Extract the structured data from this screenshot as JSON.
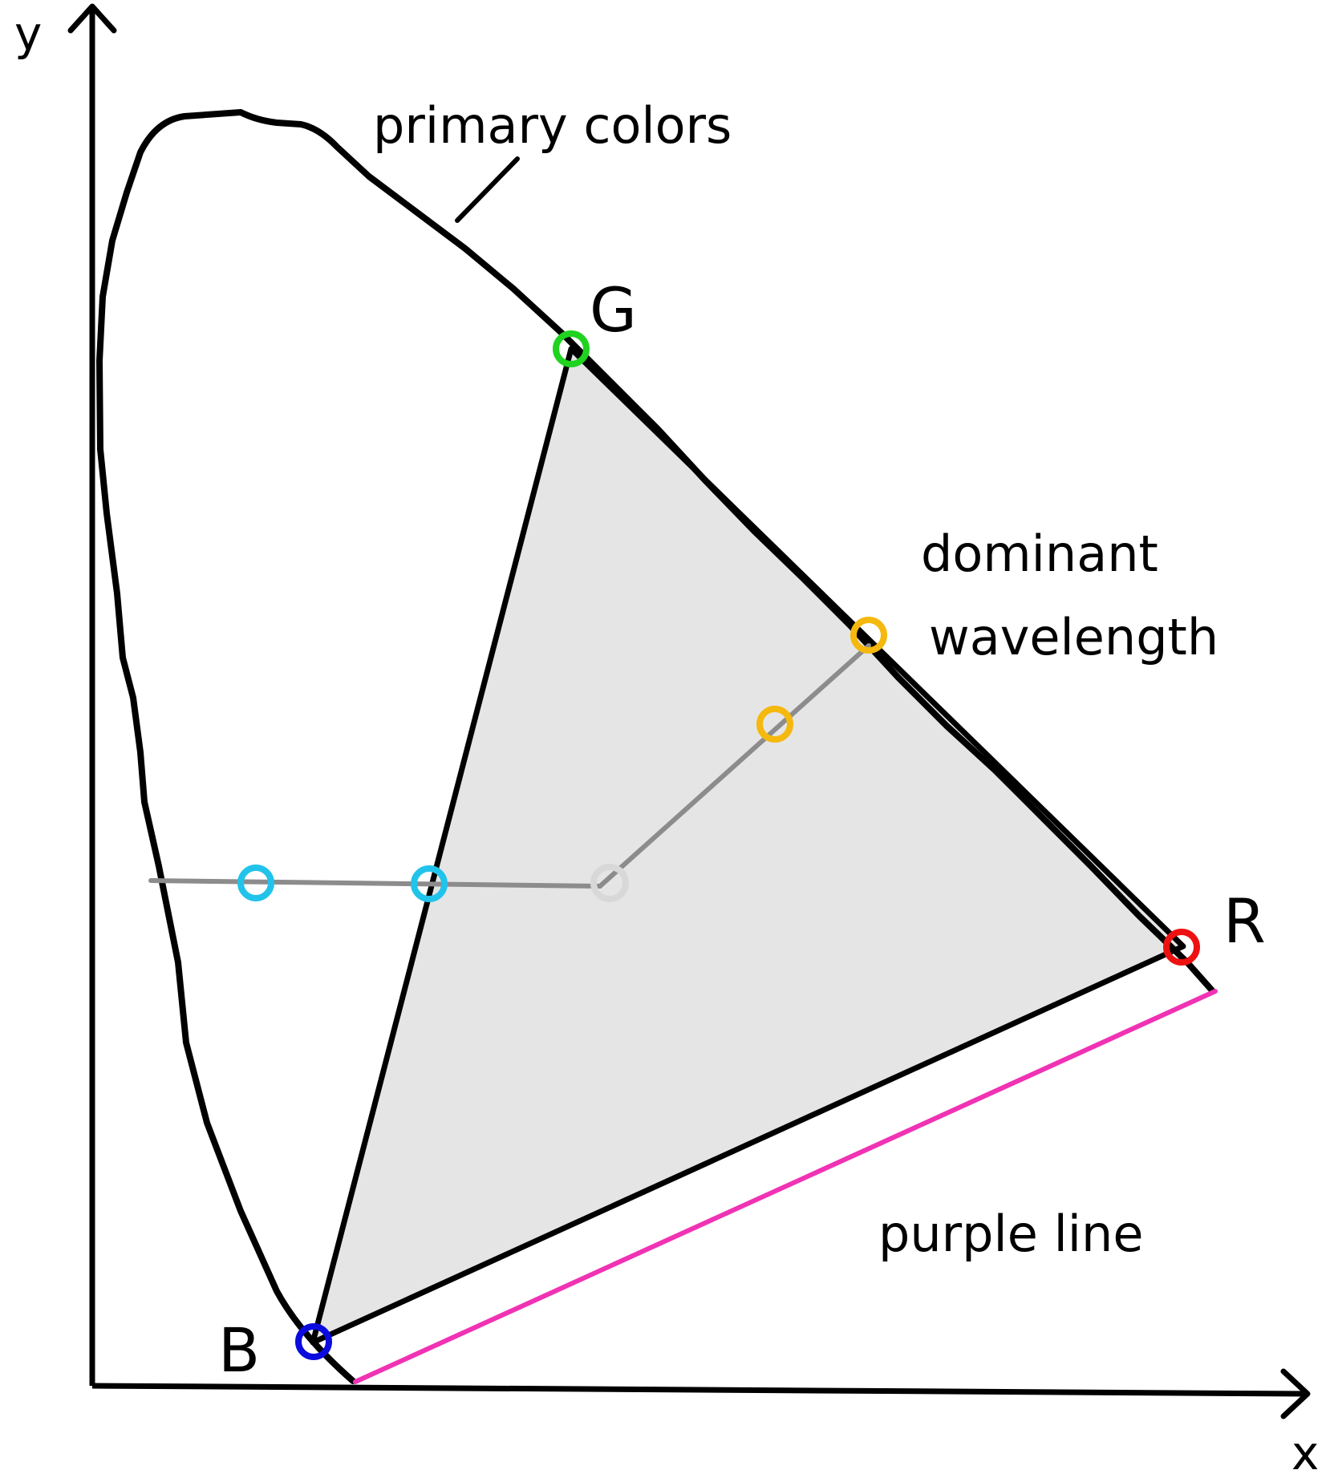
{
  "diagram": {
    "axes": {
      "x_label": "x",
      "y_label": "y"
    },
    "labels": {
      "primary_colors": "primary colors",
      "dominant_line1": "dominant",
      "dominant_line2": "wavelength",
      "purple_line": "purple line",
      "green": "G",
      "red": "R",
      "blue": "B"
    },
    "colors": {
      "outline": "#000000",
      "gamut_fill": "#e5e5e5",
      "purple_line": "#f032b4",
      "construction_line": "#8c8c8c",
      "green_marker": "#1fd31f",
      "red_marker": "#ee1111",
      "blue_marker": "#0b0bdd",
      "cyan_marker": "#22c3ea",
      "orange_marker": "#f5b80c",
      "white_point_marker": "#d8d8d8"
    }
  }
}
